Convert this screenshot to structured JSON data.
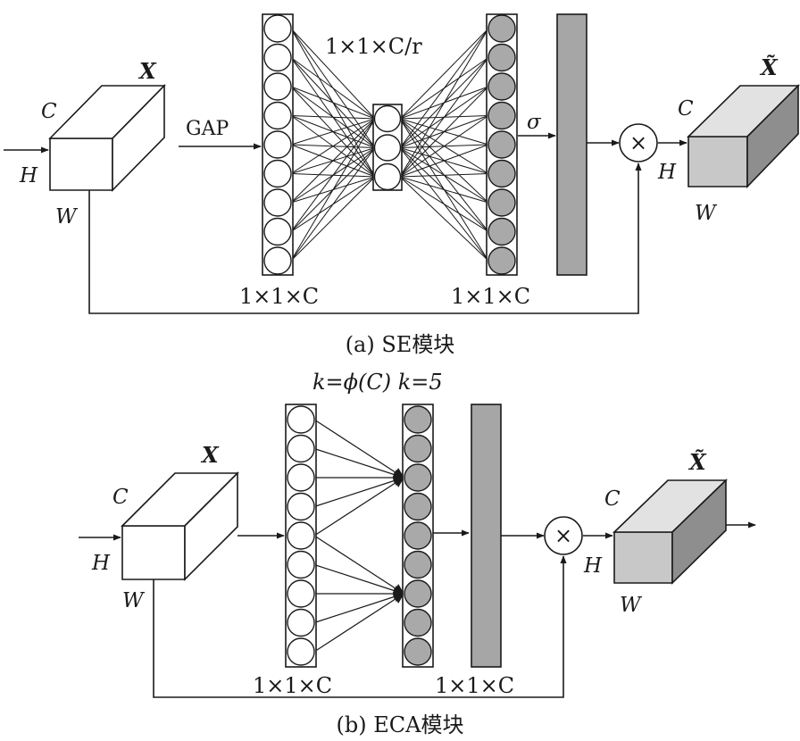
{
  "se": {
    "x_label": "X",
    "x_tilde_label": "X̃",
    "dim_c": "C",
    "dim_h": "H",
    "dim_w": "W",
    "gap_label": "GAP",
    "sigma_label": "σ",
    "multiply_symbol": "×",
    "mid_label": "1×1×C/r",
    "left_label": "1×1×C",
    "right_label": "1×1×C",
    "caption": "(a) SE模块"
  },
  "eca": {
    "params_label": "k=ϕ(C)  k=5",
    "x_label": "X",
    "x_tilde_label": "X̃",
    "dim_c": "C",
    "dim_h": "H",
    "dim_w": "W",
    "multiply_symbol": "×",
    "left_label": "1×1×C",
    "right_label": "1×1×C",
    "caption": "(b) ECA模块"
  },
  "colors": {
    "stroke": "#1a1a1a",
    "node_fill_gray": "#a9a9a9",
    "bar_fill": "#a6a6a6",
    "box_front": "#c8c8c8",
    "box_top": "#e2e2e2",
    "box_side": "#8e8e8e"
  }
}
